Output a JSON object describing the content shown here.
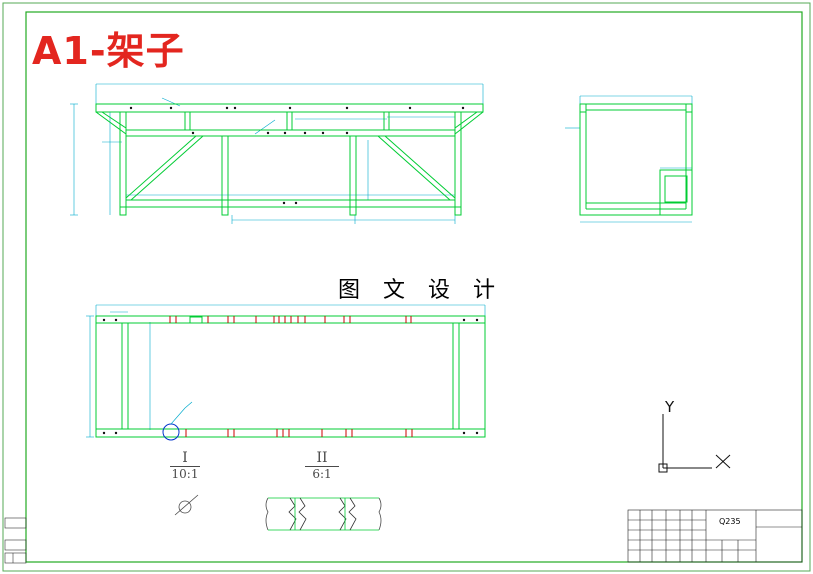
{
  "title": "A1-架子",
  "watermark": "图 文 设 计",
  "sections": {
    "detail_1": {
      "num": "I",
      "scale": "10:1"
    },
    "detail_2": {
      "num": "II",
      "scale": "6:1"
    }
  },
  "title_block": {
    "material": "Q235"
  },
  "axes": {
    "y": "Y",
    "x": "X"
  },
  "colors": {
    "frame": "#00cc33",
    "dims": "#00aacc",
    "marks": "#cc0000",
    "title": "#e3261f",
    "border": "#22aa22"
  }
}
